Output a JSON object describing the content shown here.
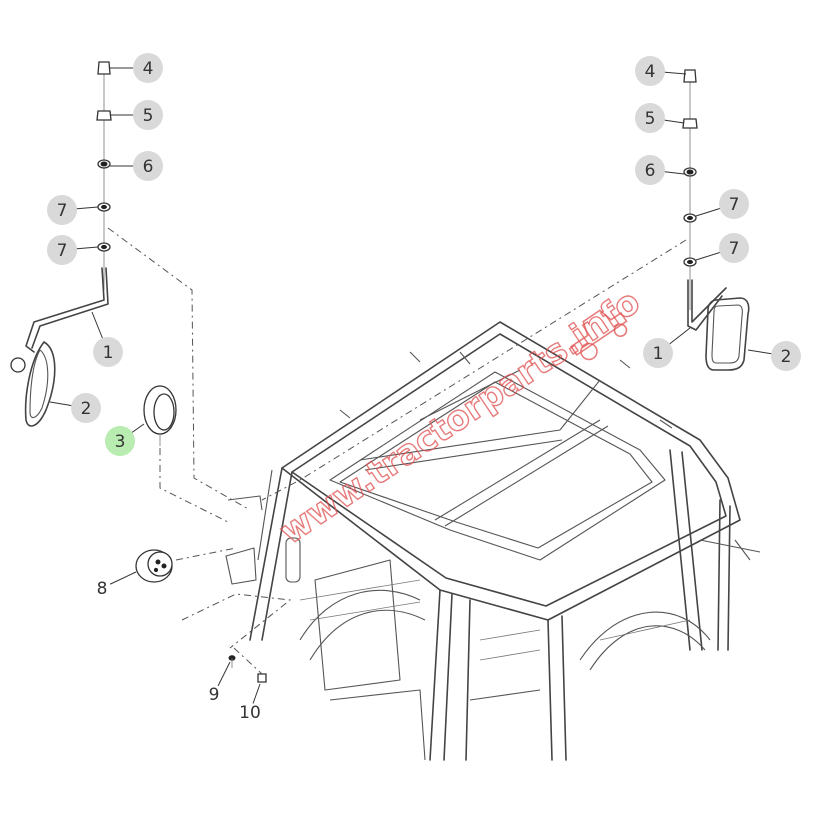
{
  "colors": {
    "callout_fill": "#d9d9d9",
    "callout_highlight": "#b8ecb0",
    "watermark": "#e05050",
    "line": "#444444"
  },
  "watermark": {
    "text": "www.tractorparts.info"
  },
  "callouts": [
    {
      "id": "c-left-4",
      "label": "4",
      "style": "circle"
    },
    {
      "id": "c-left-5",
      "label": "5",
      "style": "circle"
    },
    {
      "id": "c-left-6",
      "label": "6",
      "style": "circle"
    },
    {
      "id": "c-left-7a",
      "label": "7",
      "style": "circle"
    },
    {
      "id": "c-left-7b",
      "label": "7",
      "style": "circle"
    },
    {
      "id": "c-left-1",
      "label": "1",
      "style": "circle"
    },
    {
      "id": "c-left-2",
      "label": "2",
      "style": "circle"
    },
    {
      "id": "c-left-3",
      "label": "3",
      "style": "highlight"
    },
    {
      "id": "c-right-4",
      "label": "4",
      "style": "circle"
    },
    {
      "id": "c-right-5",
      "label": "5",
      "style": "circle"
    },
    {
      "id": "c-right-6",
      "label": "6",
      "style": "circle"
    },
    {
      "id": "c-right-7a",
      "label": "7",
      "style": "circle"
    },
    {
      "id": "c-right-7b",
      "label": "7",
      "style": "circle"
    },
    {
      "id": "c-right-1",
      "label": "1",
      "style": "circle"
    },
    {
      "id": "c-right-2",
      "label": "2",
      "style": "circle"
    },
    {
      "id": "c-8",
      "label": "8",
      "style": "plain"
    },
    {
      "id": "c-9",
      "label": "9",
      "style": "plain"
    },
    {
      "id": "c-10",
      "label": "10",
      "style": "plain"
    }
  ]
}
